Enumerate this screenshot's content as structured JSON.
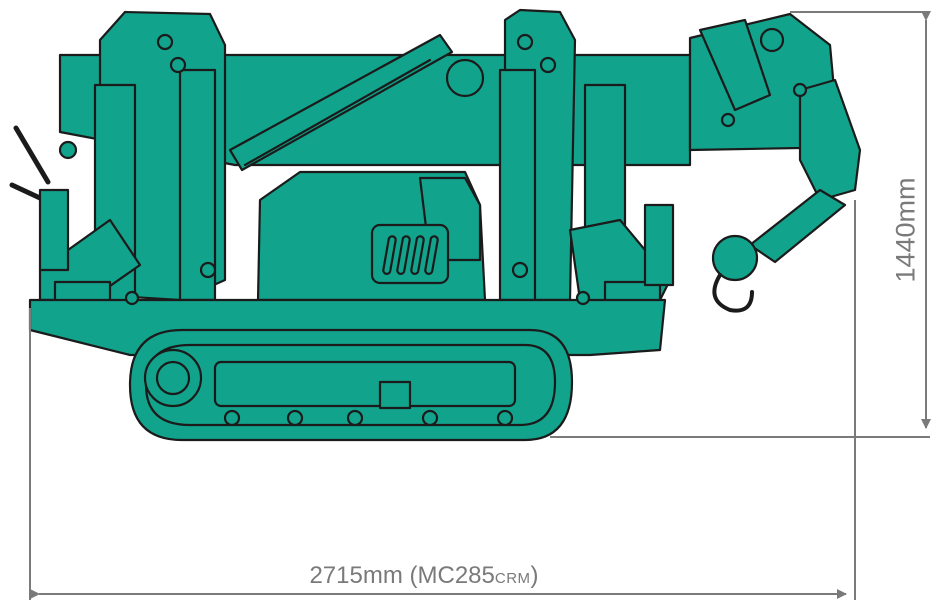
{
  "colors": {
    "body": "#12a38c",
    "outline": "#1b1b1b",
    "dimension": "#7a7a7a"
  },
  "dimensions": {
    "height_label": "1440mm",
    "width_value": "2715mm",
    "width_model_prefix": " (MC285",
    "width_model_suffix": "CRM",
    "width_close": ")"
  }
}
